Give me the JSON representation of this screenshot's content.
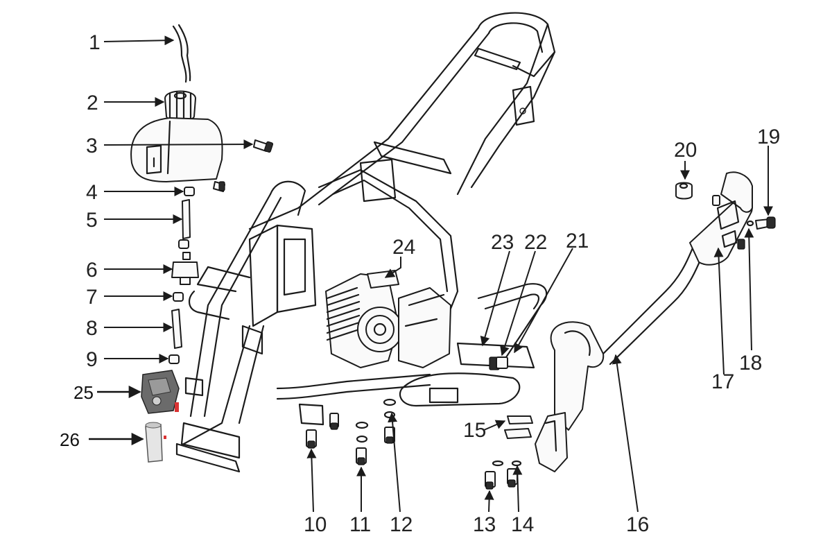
{
  "diagram": {
    "callouts": {
      "c1": "1",
      "c2": "2",
      "c3": "3",
      "c4": "4",
      "c5": "5",
      "c6": "6",
      "c7": "7",
      "c8": "8",
      "c9": "9",
      "c10": "10",
      "c11": "11",
      "c12": "12",
      "c13": "13",
      "c14": "14",
      "c15": "15",
      "c16": "16",
      "c17": "17",
      "c18": "18",
      "c19": "19",
      "c20": "20",
      "c21": "21",
      "c22": "22",
      "c23": "23",
      "c24": "24",
      "c25": "25",
      "c26": "26"
    }
  }
}
